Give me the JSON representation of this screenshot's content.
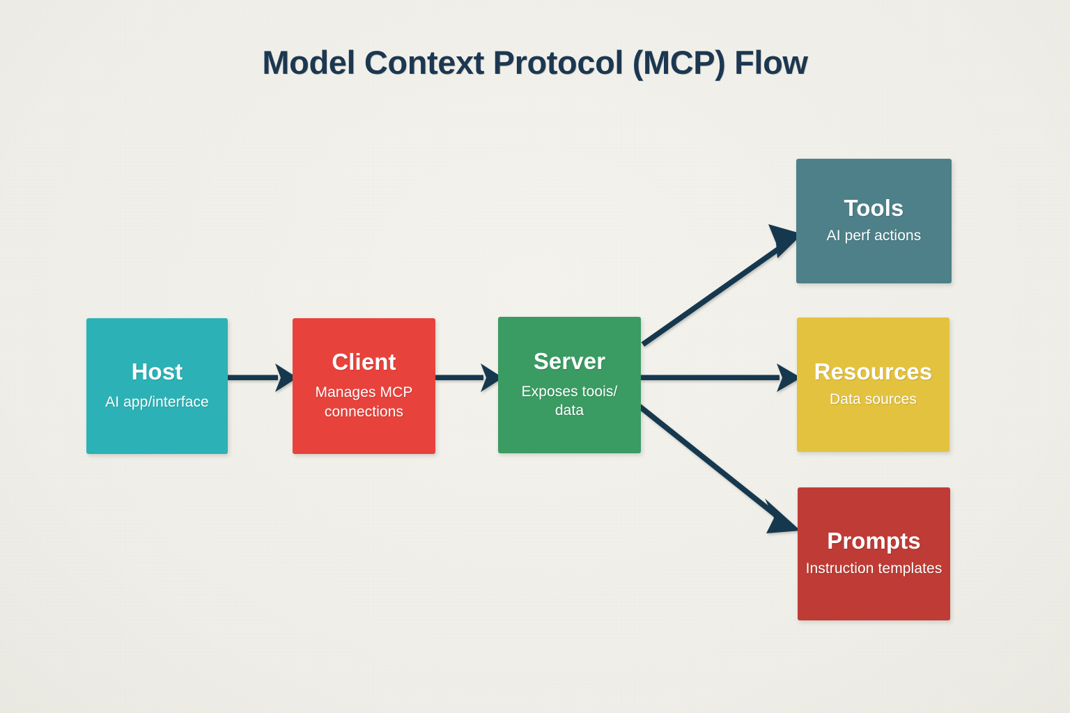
{
  "page": {
    "title": "Model Context Protocol (MCP) Flow",
    "background_color": "#f2f1ec",
    "title_color": "#1c3750",
    "arrow_color": "#1a3a4f"
  },
  "diagram": {
    "type": "flow-diagram",
    "nodes": [
      {
        "id": "host",
        "title": "Host",
        "subtitle": "AI app/interface",
        "color": "#2cb2b6",
        "text_color": "#ffffff"
      },
      {
        "id": "client",
        "title": "Client",
        "subtitle": "Manages MCP connections",
        "color": "#e8423c",
        "text_color": "#ffffff"
      },
      {
        "id": "server",
        "title": "Server",
        "subtitle": "Exposes toois/ data",
        "color": "#3a9b63",
        "text_color": "#ffffff"
      },
      {
        "id": "tools",
        "title": "Tools",
        "subtitle": "AI perf actions",
        "color": "#4d8089",
        "text_color": "#ffffff"
      },
      {
        "id": "resources",
        "title": "Resources",
        "subtitle": "Data sources",
        "color": "#e3c240",
        "text_color": "#ffffff"
      },
      {
        "id": "prompts",
        "title": "Prompts",
        "subtitle": "Instruction templates",
        "color": "#bf3b35",
        "text_color": "#ffffff"
      }
    ],
    "edges": [
      {
        "id": "host-to-client",
        "from": "host",
        "to": "client"
      },
      {
        "id": "client-to-server",
        "from": "client",
        "to": "server"
      },
      {
        "id": "server-to-tools",
        "from": "server",
        "to": "tools"
      },
      {
        "id": "server-to-resources",
        "from": "server",
        "to": "resources"
      },
      {
        "id": "server-to-prompts",
        "from": "server",
        "to": "prompts"
      }
    ]
  }
}
